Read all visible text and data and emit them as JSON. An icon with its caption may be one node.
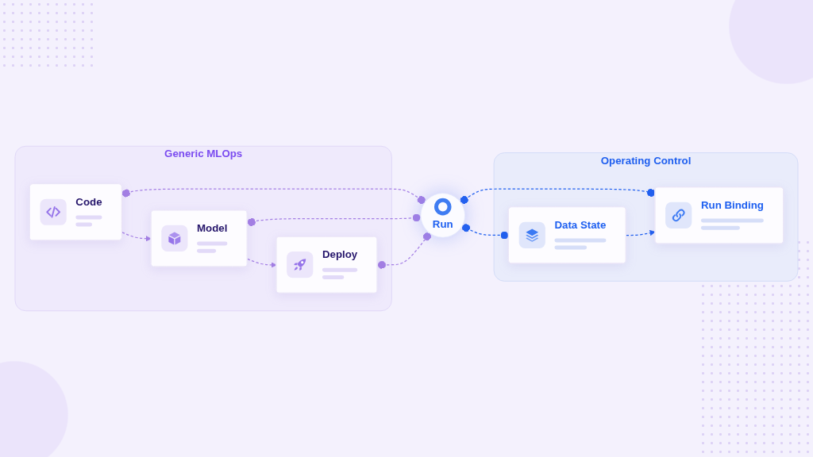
{
  "diagram": {
    "nodes": [
      {
        "text": [
          "Generic MLOps"
        ]
      },
      {
        "text": [
          "Code"
        ],
        "in": 0
      },
      {
        "text": [
          "Model"
        ],
        "in": 0
      },
      {
        "text": [
          "Deploy"
        ],
        "in": 0
      },
      {
        "text": [
          "Run"
        ]
      },
      {
        "text": [
          "Operating Control"
        ]
      },
      {
        "text": [
          "Data State"
        ],
        "in": 5
      },
      {
        "text": [
          "Run Binding"
        ],
        "in": 5
      }
    ],
    "edges": [
      {
        "from": 1,
        "to": 2,
        "arrow": "to",
        "style": "dashed"
      },
      {
        "from": 2,
        "to": 3,
        "arrow": "to",
        "style": "dashed"
      },
      {
        "from": 1,
        "to": 4,
        "arrow": "other",
        "style": "dashed"
      },
      {
        "from": 2,
        "to": 4,
        "arrow": "other",
        "style": "dashed"
      },
      {
        "from": 3,
        "to": 4,
        "arrow": "other",
        "style": "dashed"
      },
      {
        "from": 4,
        "to": 6,
        "arrow": "other",
        "style": "dashed",
        "color": "#1f5fef"
      },
      {
        "from": 4,
        "to": 7,
        "arrow": "other",
        "style": "dashed",
        "color": "#1f5fef"
      },
      {
        "from": 6,
        "to": 7,
        "arrow": "to",
        "style": "dashed",
        "color": "#1f5fef"
      }
    ]
  }
}
